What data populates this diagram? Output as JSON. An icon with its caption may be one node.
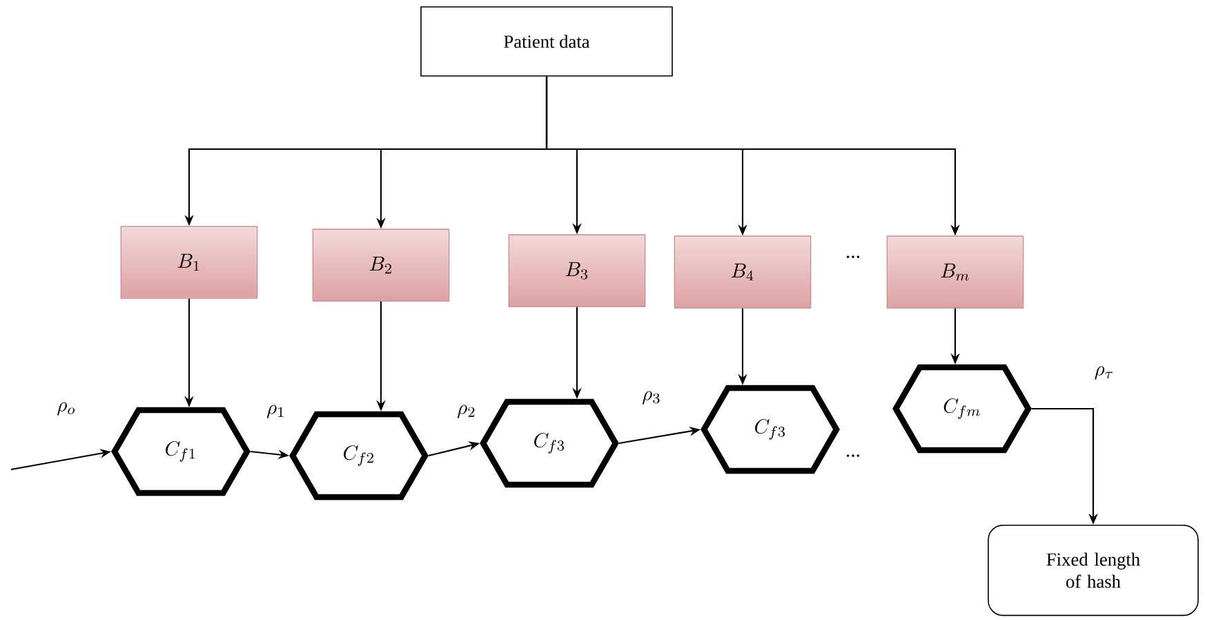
{
  "diagram": {
    "nodes": [
      {
        "text": [
          "Patient data"
        ]
      },
      {
        "text": [
          "B_1"
        ]
      },
      {
        "text": [
          "B_2"
        ]
      },
      {
        "text": [
          "B_3"
        ]
      },
      {
        "text": [
          "B_4"
        ]
      },
      {
        "text": [
          "B_m"
        ]
      },
      {
        "text": [
          "C_{f1}"
        ]
      },
      {
        "text": [
          "C_{f2}"
        ]
      },
      {
        "text": [
          "C_{f3}"
        ]
      },
      {
        "text": [
          "C_{f3}"
        ]
      },
      {
        "text": [
          "C_{fm}"
        ]
      },
      {
        "text": [
          "Fixed length of hash"
        ]
      }
    ],
    "edges": [
      {
        "from": 0,
        "to": 1,
        "arrow": "to"
      },
      {
        "from": 0,
        "to": 2,
        "arrow": "to"
      },
      {
        "from": 0,
        "to": 3,
        "arrow": "to"
      },
      {
        "from": 0,
        "to": 4,
        "arrow": "to"
      },
      {
        "from": 0,
        "to": 5,
        "arrow": "to"
      },
      {
        "from": 1,
        "to": 6,
        "arrow": "to"
      },
      {
        "from": 2,
        "to": 7,
        "arrow": "to"
      },
      {
        "from": 3,
        "to": 8,
        "arrow": "to"
      },
      {
        "from": 4,
        "to": 9,
        "arrow": "to"
      },
      {
        "from": 5,
        "to": 10,
        "arrow": "to"
      },
      {
        "from": 6,
        "to": 7,
        "arrow": "to",
        "label": "\\rho_1"
      },
      {
        "from": 7,
        "to": 8,
        "arrow": "to",
        "label": "\\rho_2"
      },
      {
        "from": 8,
        "to": 9,
        "arrow": "to",
        "label": "\\rho_3"
      },
      {
        "from": 10,
        "to": 11,
        "arrow": "to",
        "label": "\\rho_\\tau"
      },
      {
        "from": null,
        "to": 6,
        "arrow": "to",
        "label": "\\rho_o"
      }
    ],
    "labels": [
      "...",
      "..."
    ]
  }
}
